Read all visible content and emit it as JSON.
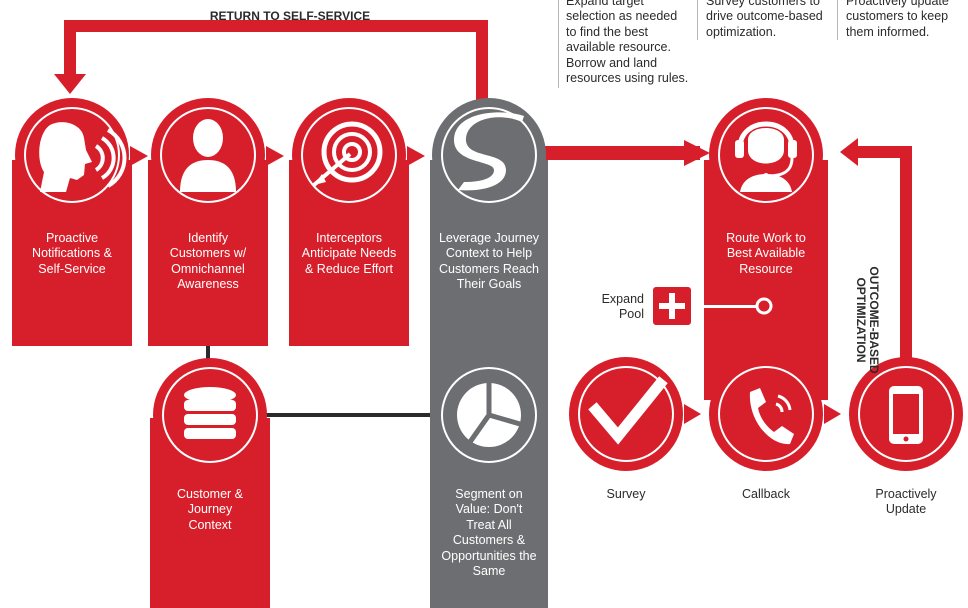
{
  "headers": {
    "return_to_self_service": "RETURN TO SELF-SERVICE",
    "outcome_based_optimization": "OUTCOME-BASED OPTIMIZATION"
  },
  "steps": [
    {
      "id": "proactive",
      "label": "Proactive Notifications & Self-Service",
      "icon": "speaking-head-icon"
    },
    {
      "id": "identify",
      "label": "Identify Customers w/ Omnichannel Awareness",
      "icon": "person-silhouette-icon"
    },
    {
      "id": "interceptors",
      "label": "Interceptors Anticipate Needs & Reduce Effort",
      "icon": "target-arrow-icon"
    },
    {
      "id": "journey",
      "label": "Leverage Journey Context to Help Customers Reach Their Goals",
      "icon": "winding-path-icon"
    },
    {
      "id": "route",
      "label": "Route Work to Best Available Resource",
      "icon": "headset-agent-icon"
    }
  ],
  "context_nodes": [
    {
      "id": "customer-journey-context",
      "label": "Customer & Journey Context",
      "icon": "database-icon"
    },
    {
      "id": "segment",
      "label": "Segment on Value: Don't Treat All Customers & Opportunities the Same",
      "icon": "pie-chart-icon"
    }
  ],
  "outcome_nodes": [
    {
      "id": "survey",
      "label": "Survey",
      "icon": "checkmark-icon"
    },
    {
      "id": "callback",
      "label": "Callback",
      "icon": "phone-ringing-icon"
    },
    {
      "id": "update",
      "label": "Proactively Update",
      "icon": "smartphone-icon"
    }
  ],
  "expand_pool": {
    "label": "Expand Pool",
    "icon": "plus-icon"
  },
  "notes": [
    "Expand target\nselection as needed\nto find the best\navailable resource.\nBorrow and land\nresources using rules.",
    "Survey customers to\ndrive outcome-based\noptimization.",
    "Proactively update\ncustomers to keep\nthem informed."
  ],
  "colors": {
    "red": "#d71f2b",
    "gray": "#6d6e71",
    "text": "#2b2b2b",
    "white": "#ffffff"
  }
}
